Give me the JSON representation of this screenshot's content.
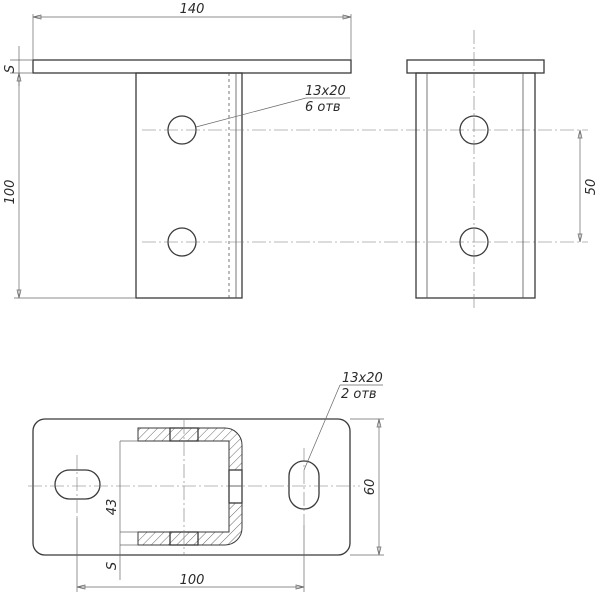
{
  "dimensions": {
    "top_width": "140",
    "thickness": "S",
    "height": "100",
    "hole_spacing": "50",
    "base_length": "100",
    "base_width": "60",
    "inner_width": "43",
    "bottom_thickness": "S"
  },
  "callouts": {
    "front_holes_size": "13x20",
    "front_holes_count": "6 отв",
    "base_slots_size": "13x20",
    "base_slots_count": "2 отв"
  }
}
